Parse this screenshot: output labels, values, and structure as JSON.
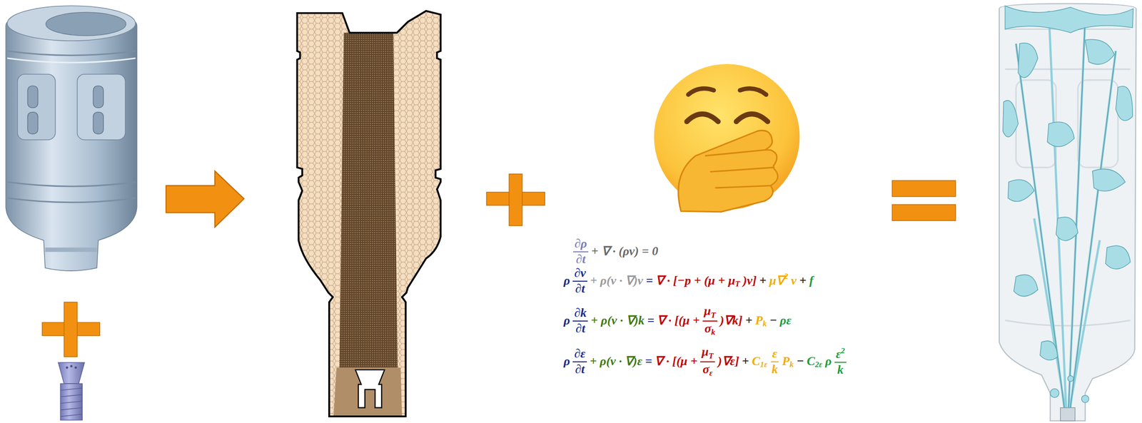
{
  "diagram": {
    "labels": [
      "∂ρ",
      "∂t",
      "+ ∇ · (ρv) = 0",
      "ρ",
      "∂v",
      "∂t",
      "+ ρ(v · ∇)v",
      "=",
      "∇ · [−p + (μ + μ",
      "T",
      ")v]",
      "+",
      "μ∇",
      "2",
      "v",
      "+",
      "f",
      "ρ",
      "∂k",
      "∂t",
      "+ ρ(v · ∇)k",
      "=",
      "∇ · [(μ +",
      "μ",
      "T",
      "σ",
      "k",
      ")∇k]",
      "+",
      "P",
      "k",
      "−",
      "ρε",
      "ρ",
      "∂ε",
      "∂t",
      "+ ρ(v · ∇)ε",
      "=",
      "∇ · [(μ +",
      "μ",
      "T",
      "σ",
      "ε",
      ")∇ε]",
      "+",
      "C",
      "1ε",
      "ε",
      "k",
      "P",
      "k",
      "−",
      "C",
      "2ε",
      "ρ",
      "ε",
      "2",
      "k"
    ]
  }
}
